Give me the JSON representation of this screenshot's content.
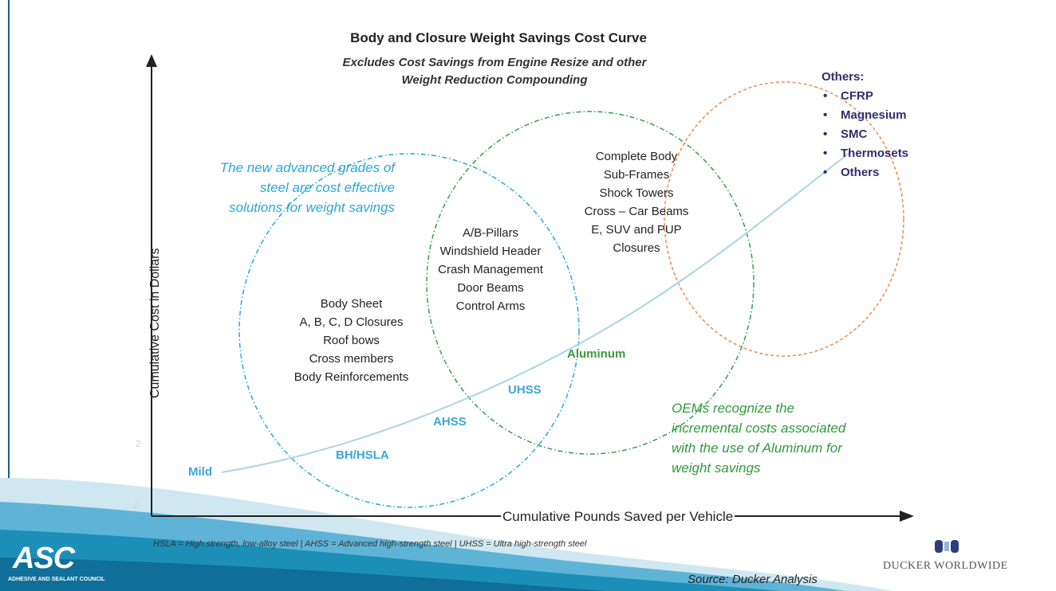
{
  "title": "Body and Closure Weight Savings Cost Curve",
  "subtitle_line1": "Excludes Cost Savings from Engine Resize and other",
  "subtitle_line2": "Weight Reduction Compounding",
  "y_axis_label": "Cumulative Cost in Dollars",
  "x_axis_label": "Cumulative Pounds Saved per Vehicle",
  "axis_ticks": [
    "0",
    "2"
  ],
  "left_note": [
    "The new advanced grades of",
    "steel are cost effective",
    "solutions for weight savings"
  ],
  "right_note": [
    "OEMs recognize the",
    "incremental costs associated",
    "with the use of Aluminum for",
    "weight savings"
  ],
  "group_left": [
    "Body Sheet",
    "A, B, C, D Closures",
    "Roof bows",
    "Cross members",
    "Body Reinforcements"
  ],
  "group_center": [
    "A/B-Pillars",
    "Windshield Header",
    "Crash Management",
    "Door Beams",
    "Control Arms"
  ],
  "group_right": [
    "Complete Body",
    "Sub-Frames",
    "Shock Towers",
    "Cross – Car Beams",
    "E, SUV and PUP",
    "Closures"
  ],
  "curve_labels": {
    "mild": "Mild",
    "bh_hsla": "BH/HSLA",
    "ahss": "AHSS",
    "uhss": "UHSS",
    "aluminum": "Aluminum"
  },
  "others": {
    "heading": "Others:",
    "items": [
      "CFRP",
      "Magnesium",
      "SMC",
      "Thermosets",
      "Others"
    ]
  },
  "footnote": "HSLA = High strength, low-alloy steel | AHSS = Advanced high-strength steel | UHSS = Ultra high-strength steel",
  "source": "Source: Ducker Analysis",
  "ducker_logo_text": "DUCKER WORLDWIDE",
  "asc_logo_text": "ASC",
  "asc_logo_subtext": "ADHESIVE AND SEALANT COUNCIL",
  "colors": {
    "steel_blue": "#2aa7d8",
    "aluminum_green": "#2f9b3c",
    "others_orange": "#f08a4b",
    "others_navy": "#2f2d6e",
    "wave_blue": "#1b8fb8"
  }
}
